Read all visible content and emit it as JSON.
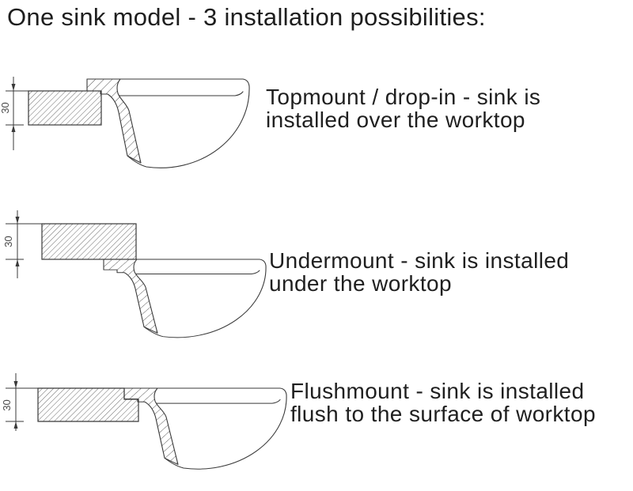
{
  "title": "One sink model - 3 installation possibilities:",
  "diagrams": [
    {
      "name": "topmount",
      "dimension_label": "30",
      "caption_line1": "Topmount / drop-in - sink is",
      "caption_line2": "installed over the worktop"
    },
    {
      "name": "undermount",
      "dimension_label": "30",
      "caption_line1": "Undermount - sink is installed",
      "caption_line2": "under the worktop"
    },
    {
      "name": "flushmount",
      "dimension_label": "30",
      "caption_line1": "Flushmount - sink is installed",
      "caption_line2": "flush to the surface of worktop"
    }
  ],
  "colors": {
    "background": "#ffffff",
    "line": "#3a3a3a",
    "hatch": "#5a5a5a",
    "text": "#1f1f1f",
    "dimension_text": "#4a4a4a"
  }
}
